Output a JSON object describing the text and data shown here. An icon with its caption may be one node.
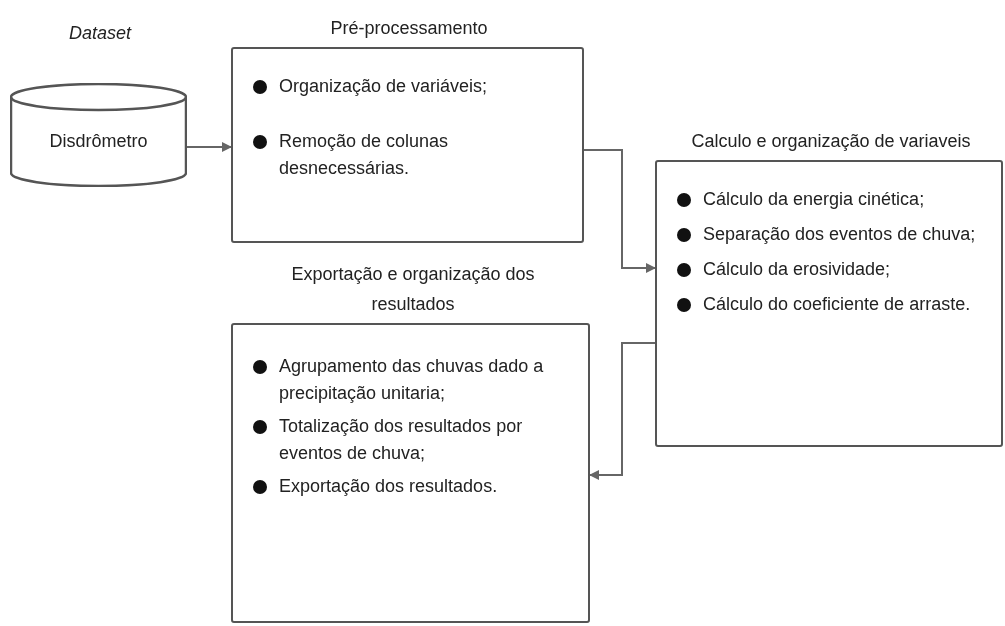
{
  "diagram": {
    "nodes": [
      {
        "text": [
          "Dataset",
          "Disdrômetro"
        ]
      },
      {
        "text": [
          "Pré-processamento",
          "Organização de variáveis;",
          "Remoção de colunas desnecessárias."
        ]
      },
      {
        "text": [
          "Calculo e organização de variaveis",
          "Cálculo da energia cinética;",
          "Separação dos eventos de chuva;",
          "Cálculo da erosividade;",
          "Cálculo do coeficiente de arraste."
        ]
      },
      {
        "text": [
          "Exportação e organização dos resultados",
          "Agrupamento das chuvas dado a precipitação unitaria;",
          "Totalização dos resultados por eventos de chuva;",
          "Exportação dos resultados."
        ]
      }
    ],
    "edges": [
      {
        "from": 0,
        "to": 1,
        "arrow": "to"
      },
      {
        "from": 1,
        "to": 2,
        "arrow": "to"
      },
      {
        "from": 2,
        "to": 3,
        "arrow": "to"
      }
    ]
  }
}
